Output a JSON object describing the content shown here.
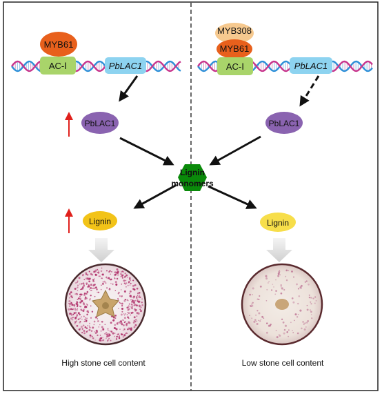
{
  "left_panel": {
    "tf_top": "MYB61",
    "promoter": "AC-Ⅰ",
    "gene": "PbLAC1",
    "protein": "PbLAC1",
    "product": "Lignin",
    "caption": "High stone cell content"
  },
  "right_panel": {
    "tf_outer": "MYB308",
    "tf_inner": "MYB61",
    "promoter": "AC-Ⅰ",
    "gene": "PbLAC1",
    "protein": "PbLAC1",
    "product": "Lignin",
    "caption": "Low stone cell content"
  },
  "center": {
    "hub_line1": "Lignin",
    "hub_line2": "monomers"
  },
  "colors": {
    "myb61": "#e8601c",
    "myb308": "#f6c98f",
    "promoter": "#a9d46a",
    "gene": "#8dd3f0",
    "protein": "#8a63b0",
    "lignin_high": "#f2c318",
    "lignin_low": "#f7de4a",
    "hub": "#0a8a0a",
    "up_arrow": "#e0201c",
    "dna_a": "#2d8fd8",
    "dna_b": "#c8348c"
  },
  "icons": {
    "dna": "dna-helix-icon",
    "up": "up-arrow-icon"
  }
}
